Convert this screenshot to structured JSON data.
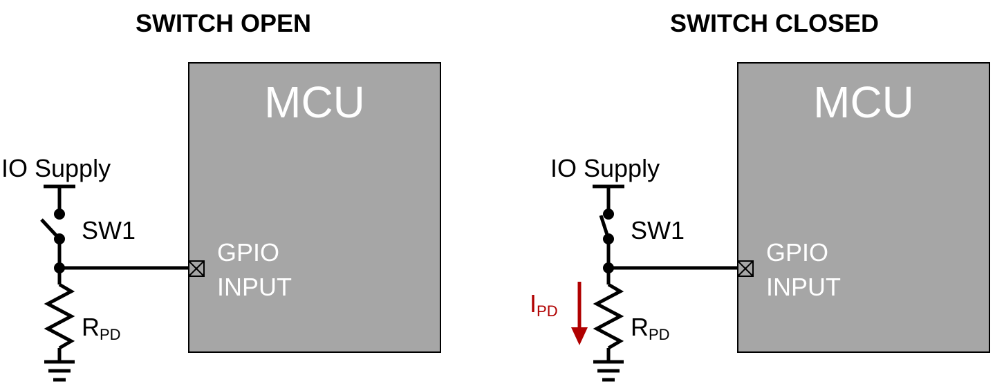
{
  "panels": [
    {
      "title": "SWITCH OPEN",
      "switch_state": "open",
      "mcu_label": "MCU",
      "pin_label_1": "GPIO",
      "pin_label_2": "INPUT",
      "supply_label": "IO Supply",
      "switch_label": "SW1",
      "resistor_label": "R",
      "resistor_sub": "PD",
      "current_label": "",
      "current_sub": ""
    },
    {
      "title": "SWITCH CLOSED",
      "switch_state": "closed",
      "mcu_label": "MCU",
      "pin_label_1": "GPIO",
      "pin_label_2": "INPUT",
      "supply_label": "IO Supply",
      "switch_label": "SW1",
      "resistor_label": "R",
      "resistor_sub": "PD",
      "current_label": "I",
      "current_sub": "PD"
    }
  ],
  "colors": {
    "mcu_fill": "#a6a6a6",
    "current_arrow": "#b00000",
    "wire": "#000000"
  }
}
